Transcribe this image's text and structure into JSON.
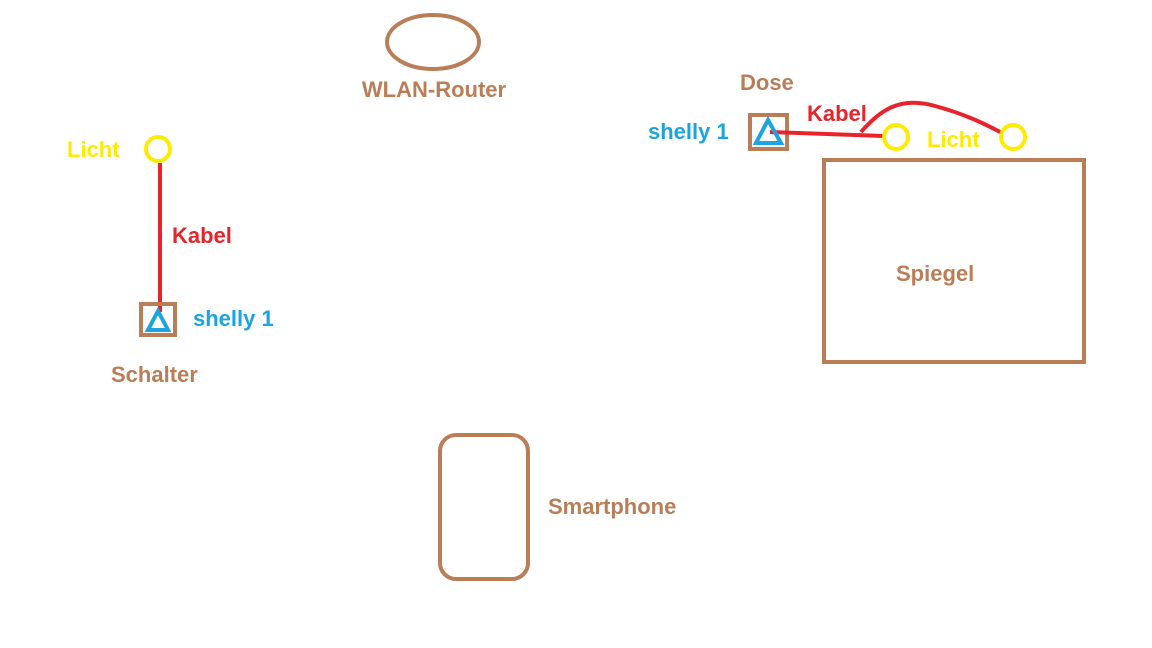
{
  "colors": {
    "brown": "#B97D57",
    "red": "#E8232C",
    "yellow": "#FFEB00",
    "blue": "#1CA4E1"
  },
  "labels": {
    "router": "WLAN-Router",
    "left_light": "Licht",
    "left_cable": "Kabel",
    "left_shelly": "shelly 1",
    "switch": "Schalter",
    "socket": "Dose",
    "right_shelly": "shelly 1",
    "right_cable": "Kabel",
    "right_light": "Licht",
    "mirror": "Spiegel",
    "smartphone": "Smartphone"
  }
}
